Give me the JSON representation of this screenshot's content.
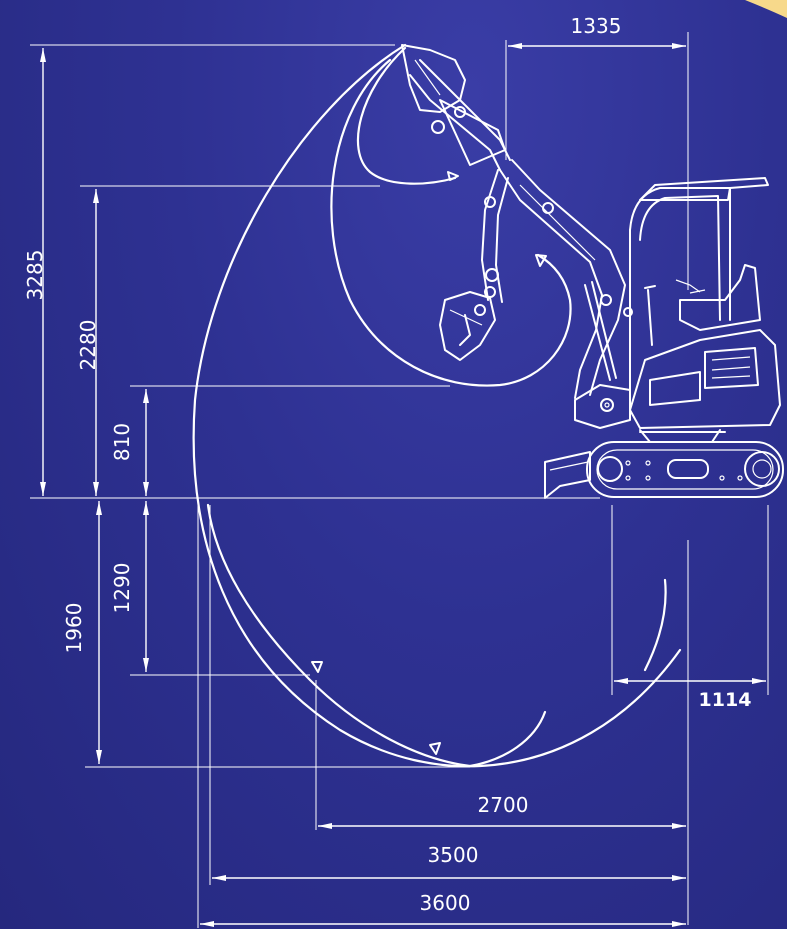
{
  "dimensions": {
    "overall_height": "3285",
    "max_dig_height_pin": "2280",
    "dump_height_offset": "810",
    "dig_depth_wall": "1290",
    "max_dig_depth": "1960",
    "tail_offset": "1335",
    "blade_reach": "1114",
    "reach_2700": "2700",
    "reach_3500": "3500",
    "reach_3600": "3600"
  },
  "colors": {
    "background": "#2e3192",
    "lines": "#ffffff",
    "corner_accent": "#f7d98b"
  }
}
